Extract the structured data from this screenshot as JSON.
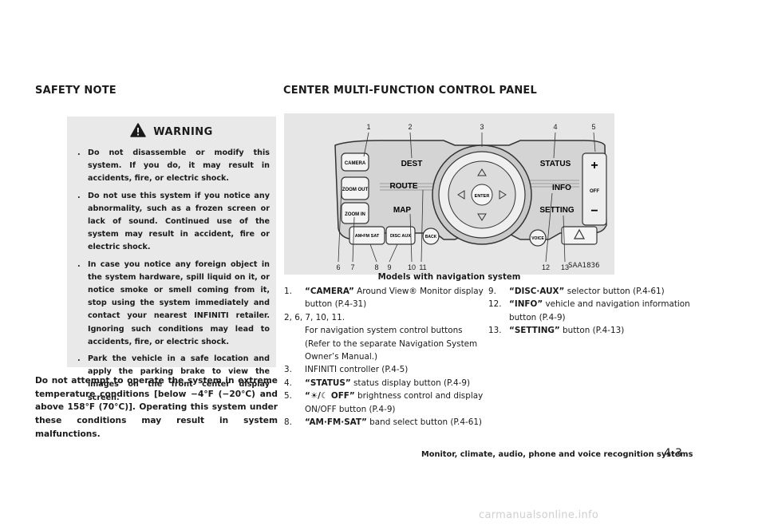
{
  "left_heading": "SAFETY NOTE",
  "right_heading": "CENTER MULTI-FUNCTION CONTROL PANEL",
  "warning": {
    "title": "WARNING",
    "items": [
      "Do not disassemble or modify this system. If you do, it may result in accidents, fire, or electric shock.",
      "Do not use this system if you notice any abnormality, such as a frozen screen or lack of sound. Continued use of the system may result in accident, fire or electric shock.",
      "In case you notice any foreign object in the system hardware, spill liquid on it, or notice smoke or smell coming from it, stop using the system immediately and contact your nearest INFINITI retailer. Ignoring such conditions may lead to accidents, fire, or electric shock.",
      "Park the vehicle in a safe location and apply the parking brake to view the images on the front center display screen."
    ],
    "bullet": "."
  },
  "extreme_note": "Do not attempt to operate the system in extreme temperature conditions [below −4°F (−20°C) and above 158°F (70°C)]. Operating this system under these conditions may result in system malfunctions.",
  "figure": {
    "code": "SAA1836",
    "caption": "Models with navigation system",
    "callouts_top": [
      "1",
      "2",
      "3",
      "4",
      "5"
    ],
    "callouts_bottom": [
      "6",
      "7",
      "8",
      "9",
      "10",
      "11",
      "12",
      "13"
    ],
    "buttons": {
      "camera": "CAMERA",
      "dest": "DEST",
      "zoom_out": "ZOOM OUT",
      "zoom_in": "ZOOM IN",
      "route": "ROUTE",
      "map": "MAP",
      "am_fm_sat": "AM•FM SAT",
      "disc_aux": "DISC AUX",
      "back": "BACK",
      "enter": "ENTER",
      "voice": "VOICE",
      "status": "STATUS",
      "info": "INFO",
      "setting": "SETTING",
      "plus": "+",
      "minus": "−",
      "off": "OFF"
    }
  },
  "list_mid": [
    {
      "num": "1.",
      "bold": "“CAMERA”",
      "text": " Around View® Monitor display button (P.4-31)"
    },
    {
      "num": "2, 6, 7, 10, 11.",
      "bold": "",
      "text": "For navigation system control buttons (Refer to the separate Navigation System Owner’s Manual.)"
    },
    {
      "num": "3.",
      "bold": "",
      "text": "INFINITI controller (P.4-5)"
    },
    {
      "num": "4.",
      "bold": "“STATUS”",
      "text": " status display button (P.4-9)"
    },
    {
      "num": "5.",
      "bold": "“☀/☾ OFF”",
      "text": " brightness control and display ON/OFF button (P.4-9)"
    },
    {
      "num": "8.",
      "bold": "“AM·FM·SAT”",
      "text": " band select button (P.4-61)"
    }
  ],
  "list_right": [
    {
      "num": "9.",
      "bold": "“DISC·AUX”",
      "text": " selector button (P.4-61)"
    },
    {
      "num": "12.",
      "bold": "“INFO”",
      "text": " vehicle and navigation information button (P.4-9)"
    },
    {
      "num": "13.",
      "bold": "“SETTING”",
      "text": " button (P.4-13)"
    }
  ],
  "footer": "Monitor, climate, audio, phone and voice recognition systems",
  "page_number": "4-3",
  "watermark": "carmanualsonline.info"
}
